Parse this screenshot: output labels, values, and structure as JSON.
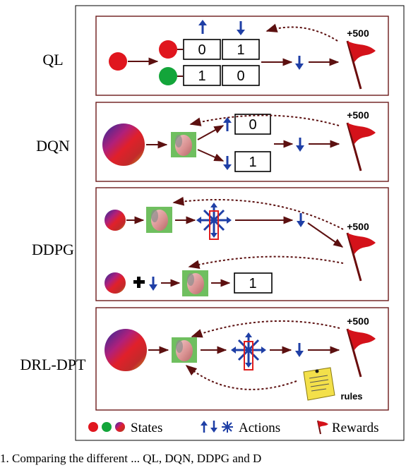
{
  "panels": {
    "ql": {
      "label": "QL",
      "values": [
        "0",
        "1",
        "1",
        "0"
      ],
      "reward": "+500"
    },
    "dqn": {
      "label": "DQN",
      "values": [
        "0",
        "1"
      ],
      "reward": "+500"
    },
    "ddpg": {
      "label": "DDPG",
      "value": "1",
      "reward": "+500"
    },
    "drl_dpt": {
      "label": "DRL-DPT",
      "reward": "+500",
      "note": "rules"
    }
  },
  "legend": {
    "states": "States",
    "actions": "Actions",
    "rewards": "Rewards"
  },
  "caption": "1.   Comparing the different ...    QL, DQN, DDPG and D",
  "colors": {
    "frame": "#6b1a1a",
    "arrow": "#5c1010",
    "action": "#1f3fa6",
    "flag": "#d4121a",
    "state_red": "#e0161e",
    "state_green": "#13a53a",
    "highlight": "#e01e1e",
    "note": "#f3e04a"
  },
  "icons": [
    "state-circle-icon",
    "gradient-state-icon",
    "head-icon",
    "arrow-up-icon",
    "arrow-down-icon",
    "action-star-icon",
    "flag-icon",
    "sticky-note-icon"
  ]
}
